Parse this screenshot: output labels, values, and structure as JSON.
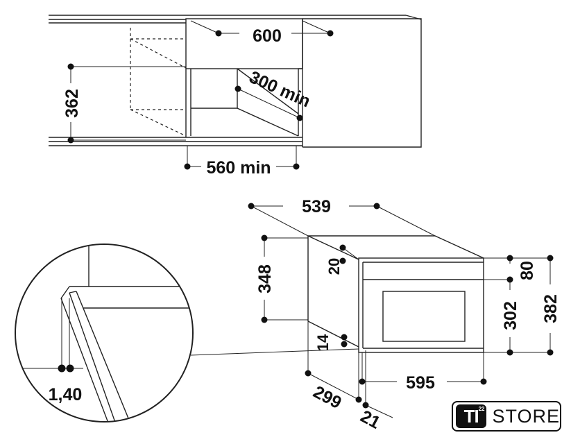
{
  "dimensions": {
    "width_600": "600",
    "depth_300_min": "300 min",
    "height_362": "362",
    "width_560_min": "560 min",
    "depth_539": "539",
    "height_348": "348",
    "offset_20": "20",
    "offset_14": "14",
    "front_80": "80",
    "front_302": "302",
    "front_382": "382",
    "front_595": "595",
    "side_299": "299",
    "side_21": "21",
    "detail_1_40": "1,40"
  },
  "logo": {
    "badge": "TI",
    "superscript": "22",
    "word": "STORE"
  }
}
